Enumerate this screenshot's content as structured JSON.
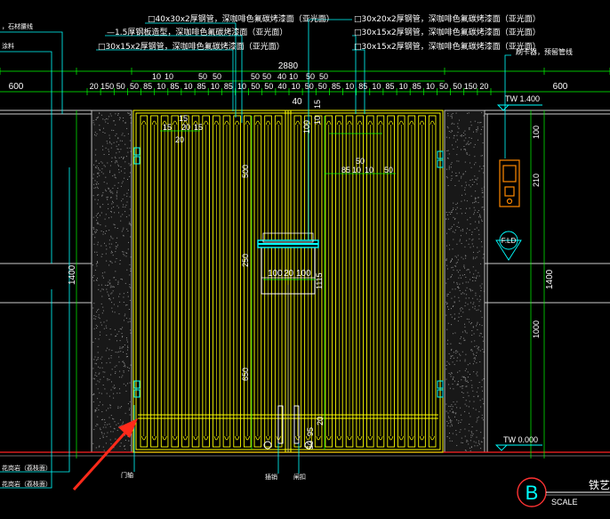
{
  "leader_notes": {
    "top_left": [
      "□40x30x2厚钢管，深咖啡色氟碳烤漆面（亚光面）",
      "—1.5厚钢板造型，深咖啡色氟碳烤漆面（亚光面）",
      "□30x15x2厚钢管，深咖啡色氟碳烤漆面（亚光面）"
    ],
    "top_right": [
      "□30x20x2厚钢管，深咖啡色氟碳烤漆面（亚光面）",
      "□30x15x2厚钢管，深咖啡色氟碳烤漆面（亚光面）",
      "□30x15x2厚钢管，深咖啡色氟碳烤漆面（亚光面）"
    ],
    "right_device": "刷卡器，预留管线",
    "left_top": "，石材腰线",
    "left_top2": "涂料",
    "left_bottom1": "花岗岩（荔枝面）",
    "left_bottom2": "花岗岩（荔枝面）",
    "bottom_labels": [
      "门轴",
      "插销",
      "闸扣"
    ]
  },
  "dimensions": {
    "overall": "2880",
    "side_left": "600",
    "side_right": "600",
    "top_row": [
      "20",
      "150",
      "50",
      "50",
      "85",
      "10",
      "85",
      "10",
      "85",
      "10",
      "85",
      "10",
      "50",
      "50",
      "40",
      "10",
      "50",
      "50",
      "85",
      "10",
      "85",
      "10",
      "85",
      "10",
      "85",
      "10",
      "50",
      "50",
      "150",
      "20"
    ],
    "upper_row": [
      "10",
      "10",
      "50",
      "50",
      "50",
      "50",
      "40",
      "10",
      "50",
      "50"
    ],
    "mid_center": "40",
    "mid_15": "15",
    "panel_15_a": "15",
    "panel_15_b": "15",
    "panel_20_a": "20",
    "panel_15_c": "15",
    "panel_20_b": "20",
    "right_100": "100",
    "right_15": "15",
    "right_10": "10",
    "right_85": "85",
    "right_10b": "10",
    "right_10c": "10",
    "right_50a": "50",
    "right_50b": "50",
    "center_row": [
      "100",
      "20",
      "100"
    ],
    "vert_500": "500",
    "vert_250": "250",
    "vert_650": "650",
    "vert_1115": "1115",
    "vert_95": "95",
    "vert_50": "50",
    "vert_20": "20",
    "left_1400": "1400",
    "right_1400": "1400",
    "right_210": "210",
    "right_1000": "1000"
  },
  "levels": {
    "top": "TW 1.400",
    "bottom": "TW 0.000",
    "marker": "F.LD"
  },
  "title_block": {
    "symbol": "B",
    "scale": "SCALE",
    "name": "铁艺"
  },
  "colors": {
    "background": "#000000",
    "frame": "#ffff00",
    "dimension": "#00ff00",
    "leader": "#00ffff",
    "text": "#ffffff",
    "section": "#ff0000",
    "device": "#ff8800",
    "arrow": "#ff2a1a"
  }
}
